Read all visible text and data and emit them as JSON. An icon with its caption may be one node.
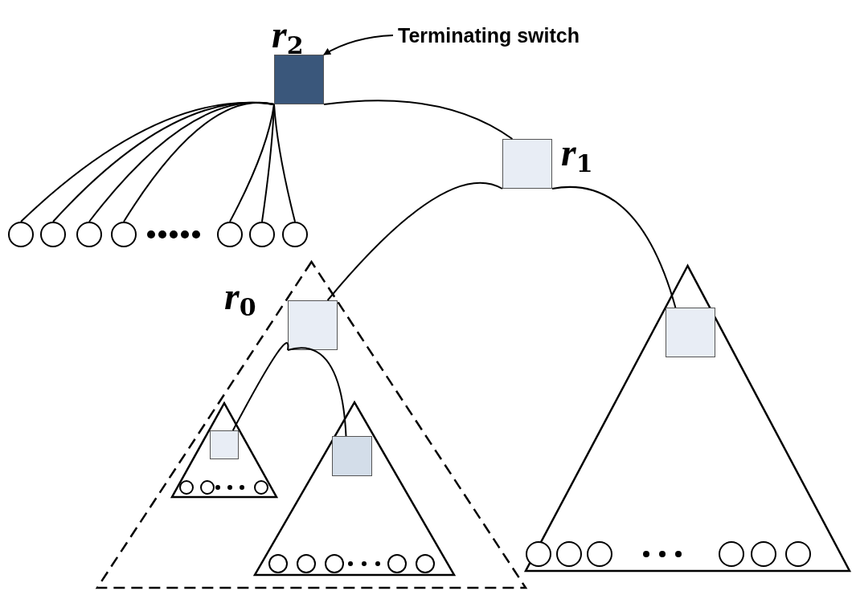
{
  "diagram": {
    "nodes": [
      {
        "text": [
          "*r*$_{2}$"
        ]
      },
      {
        "text": [
          "Terminating switch"
        ]
      },
      {
        "text": [
          "*r*$_{1}$"
        ]
      },
      {
        "text": [],
        "shape": "circle"
      },
      {
        "text": [],
        "shape": "circle"
      },
      {
        "text": [],
        "shape": "circle"
      },
      {
        "text": [],
        "shape": "circle"
      },
      {
        "text": [],
        "shape": "circle"
      },
      {
        "text": [],
        "shape": "circle"
      },
      {
        "text": [],
        "shape": "circle"
      },
      {
        "text": [],
        "shape": "triangle"
      },
      {
        "text": [
          "*r*$_{0}$"
        ],
        "in": 10
      },
      {
        "text": [],
        "shape": "triangle",
        "in": 10
      },
      {
        "text": [],
        "shape": "box",
        "in": 12
      },
      {
        "text": [],
        "shape": "circle",
        "in": 12
      },
      {
        "text": [],
        "shape": "circle",
        "in": 12
      },
      {
        "text": [],
        "shape": "circle",
        "in": 12
      },
      {
        "text": [],
        "shape": "triangle",
        "in": 10
      },
      {
        "text": [],
        "shape": "box",
        "in": 17
      },
      {
        "text": [],
        "shape": "circle",
        "in": 17
      },
      {
        "text": [],
        "shape": "circle",
        "in": 17
      },
      {
        "text": [],
        "shape": "circle",
        "in": 17
      },
      {
        "text": [],
        "shape": "circle",
        "in": 17
      },
      {
        "text": [],
        "shape": "circle",
        "in": 17
      },
      {
        "text": [],
        "shape": "triangle"
      },
      {
        "text": [],
        "shape": "box",
        "in": 24
      },
      {
        "text": [],
        "shape": "circle",
        "in": 24
      },
      {
        "text": [],
        "shape": "circle",
        "in": 24
      },
      {
        "text": [],
        "shape": "circle",
        "in": 24
      },
      {
        "text": [],
        "shape": "circle",
        "in": 24
      },
      {
        "text": [],
        "shape": "circle",
        "in": 24
      },
      {
        "text": [],
        "shape": "circle",
        "in": 24
      }
    ],
    "edges": [
      {
        "from": 1,
        "to": 0,
        "arrow": "to"
      },
      {
        "from": 0,
        "to": 3,
        "arrow": "none"
      },
      {
        "from": 0,
        "to": 4,
        "arrow": "none"
      },
      {
        "from": 0,
        "to": 5,
        "arrow": "none"
      },
      {
        "from": 0,
        "to": 6,
        "arrow": "none"
      },
      {
        "from": 0,
        "to": 7,
        "arrow": "none"
      },
      {
        "from": 0,
        "to": 8,
        "arrow": "none"
      },
      {
        "from": 0,
        "to": 9,
        "arrow": "none"
      },
      {
        "from": 0,
        "to": 2,
        "arrow": "none"
      },
      {
        "from": 2,
        "to": 11,
        "arrow": "none"
      },
      {
        "from": 2,
        "to": 25,
        "arrow": "none"
      },
      {
        "from": 11,
        "to": 13,
        "arrow": "none"
      },
      {
        "from": 11,
        "to": 18,
        "arrow": "none"
      }
    ]
  }
}
